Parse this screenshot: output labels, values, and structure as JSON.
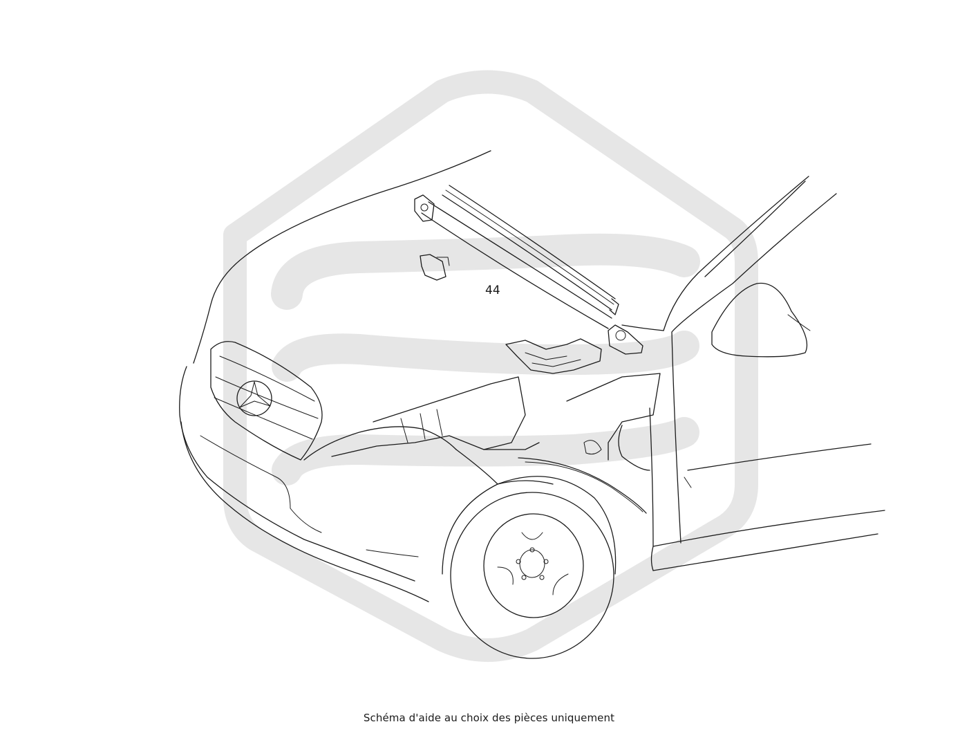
{
  "diagram": {
    "callout_label": "44",
    "caption": "Schéma d'aide au choix des pièces uniquement"
  },
  "colors": {
    "line": "#1a1a1a",
    "watermark": "#e6e6e6",
    "background": "#ffffff"
  },
  "icons": {
    "watermark": "brand-shield-logo-watermark",
    "emblem": "three-pointed-star-emblem"
  }
}
